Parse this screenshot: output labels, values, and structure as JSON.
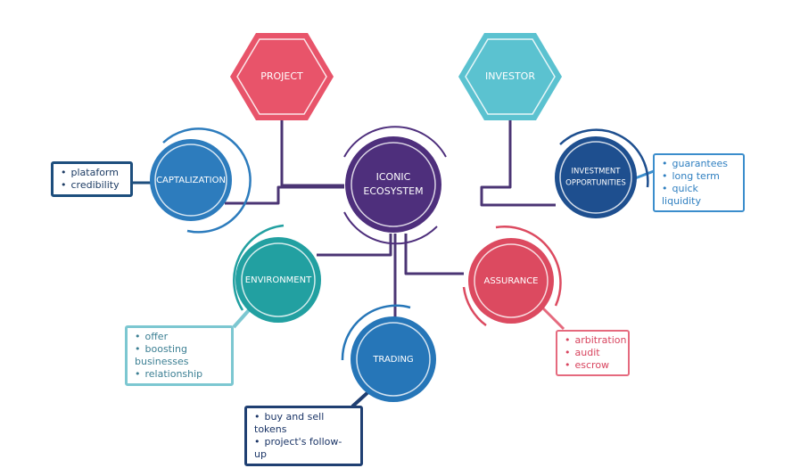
{
  "nodes": {
    "center": {
      "label_lines": [
        "ICONIC",
        "ECOSYSTEM"
      ]
    },
    "project": {
      "label": "PROJECT"
    },
    "investor": {
      "label": "INVESTOR"
    },
    "captalization": {
      "label": "CAPTALIZATION"
    },
    "investment": {
      "label_lines": [
        "INVESTMENT",
        "OPPORTUNITIES"
      ]
    },
    "environment": {
      "label": "ENVIRONMENT"
    },
    "assurance": {
      "label": "ASSURANCE"
    },
    "trading": {
      "label": "TRADING"
    }
  },
  "lists": {
    "captalization": [
      "plataform",
      "credibility"
    ],
    "investment": [
      "guarantees",
      "long term",
      "quick liquidity"
    ],
    "environment": [
      "offer",
      "boosting businesses",
      "relationship"
    ],
    "assurance": [
      "arbitration",
      "audit",
      "escrow"
    ],
    "trading": [
      "buy and sell tokens",
      "project's follow-up"
    ]
  },
  "colors": {
    "connector": "#4b3574",
    "center": "#4e2f7c",
    "project": "#e8546a",
    "investor": "#5bc2d0",
    "captalization": "#2d7cbd",
    "investment": "#1e4f8f",
    "environment": "#22a0a1",
    "assurance": "#dc4a60",
    "trading": "#2676b8"
  }
}
